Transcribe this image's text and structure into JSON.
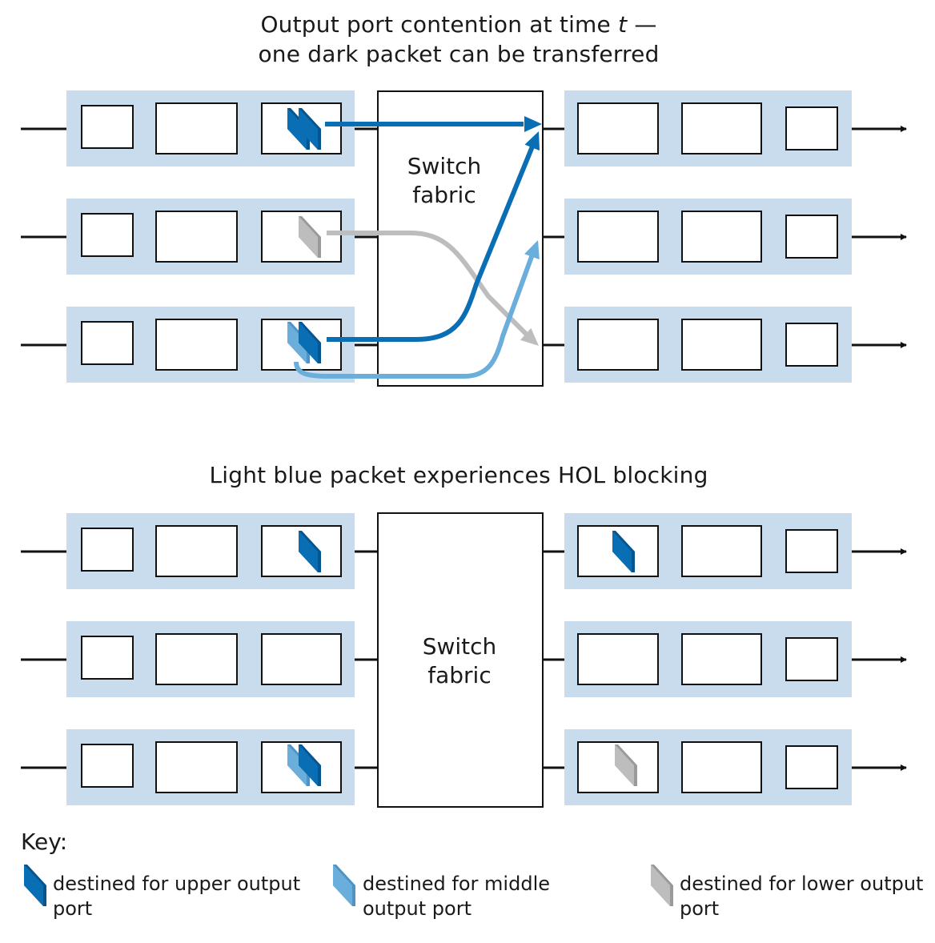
{
  "title_top": {
    "line1_pre": "Output port contention at time ",
    "line1_var": "t",
    "line1_post": " —",
    "line2": "one dark packet can be transferred"
  },
  "title_bottom": "Light blue packet experiences HOL blocking",
  "fabric_label_top": {
    "line1": "Switch",
    "line2": "fabric"
  },
  "fabric_label_bottom": {
    "line1": "Switch",
    "line2": "fabric"
  },
  "key": {
    "title": "Key:",
    "items": [
      {
        "icon": "dark-blue-packet-icon",
        "color": "#0a6eb5",
        "label": "destined for upper output port"
      },
      {
        "icon": "light-blue-packet-icon",
        "color": "#6aaedb",
        "label": "destined for middle output port"
      },
      {
        "icon": "gray-packet-icon",
        "color": "#bdbdbd",
        "label": "destined for lower output port"
      }
    ]
  },
  "colors": {
    "port_background": "#c9dced",
    "dark_blue": "#0a6eb5",
    "light_blue": "#6aaedb",
    "gray": "#bdbdbd",
    "line": "#111111"
  }
}
